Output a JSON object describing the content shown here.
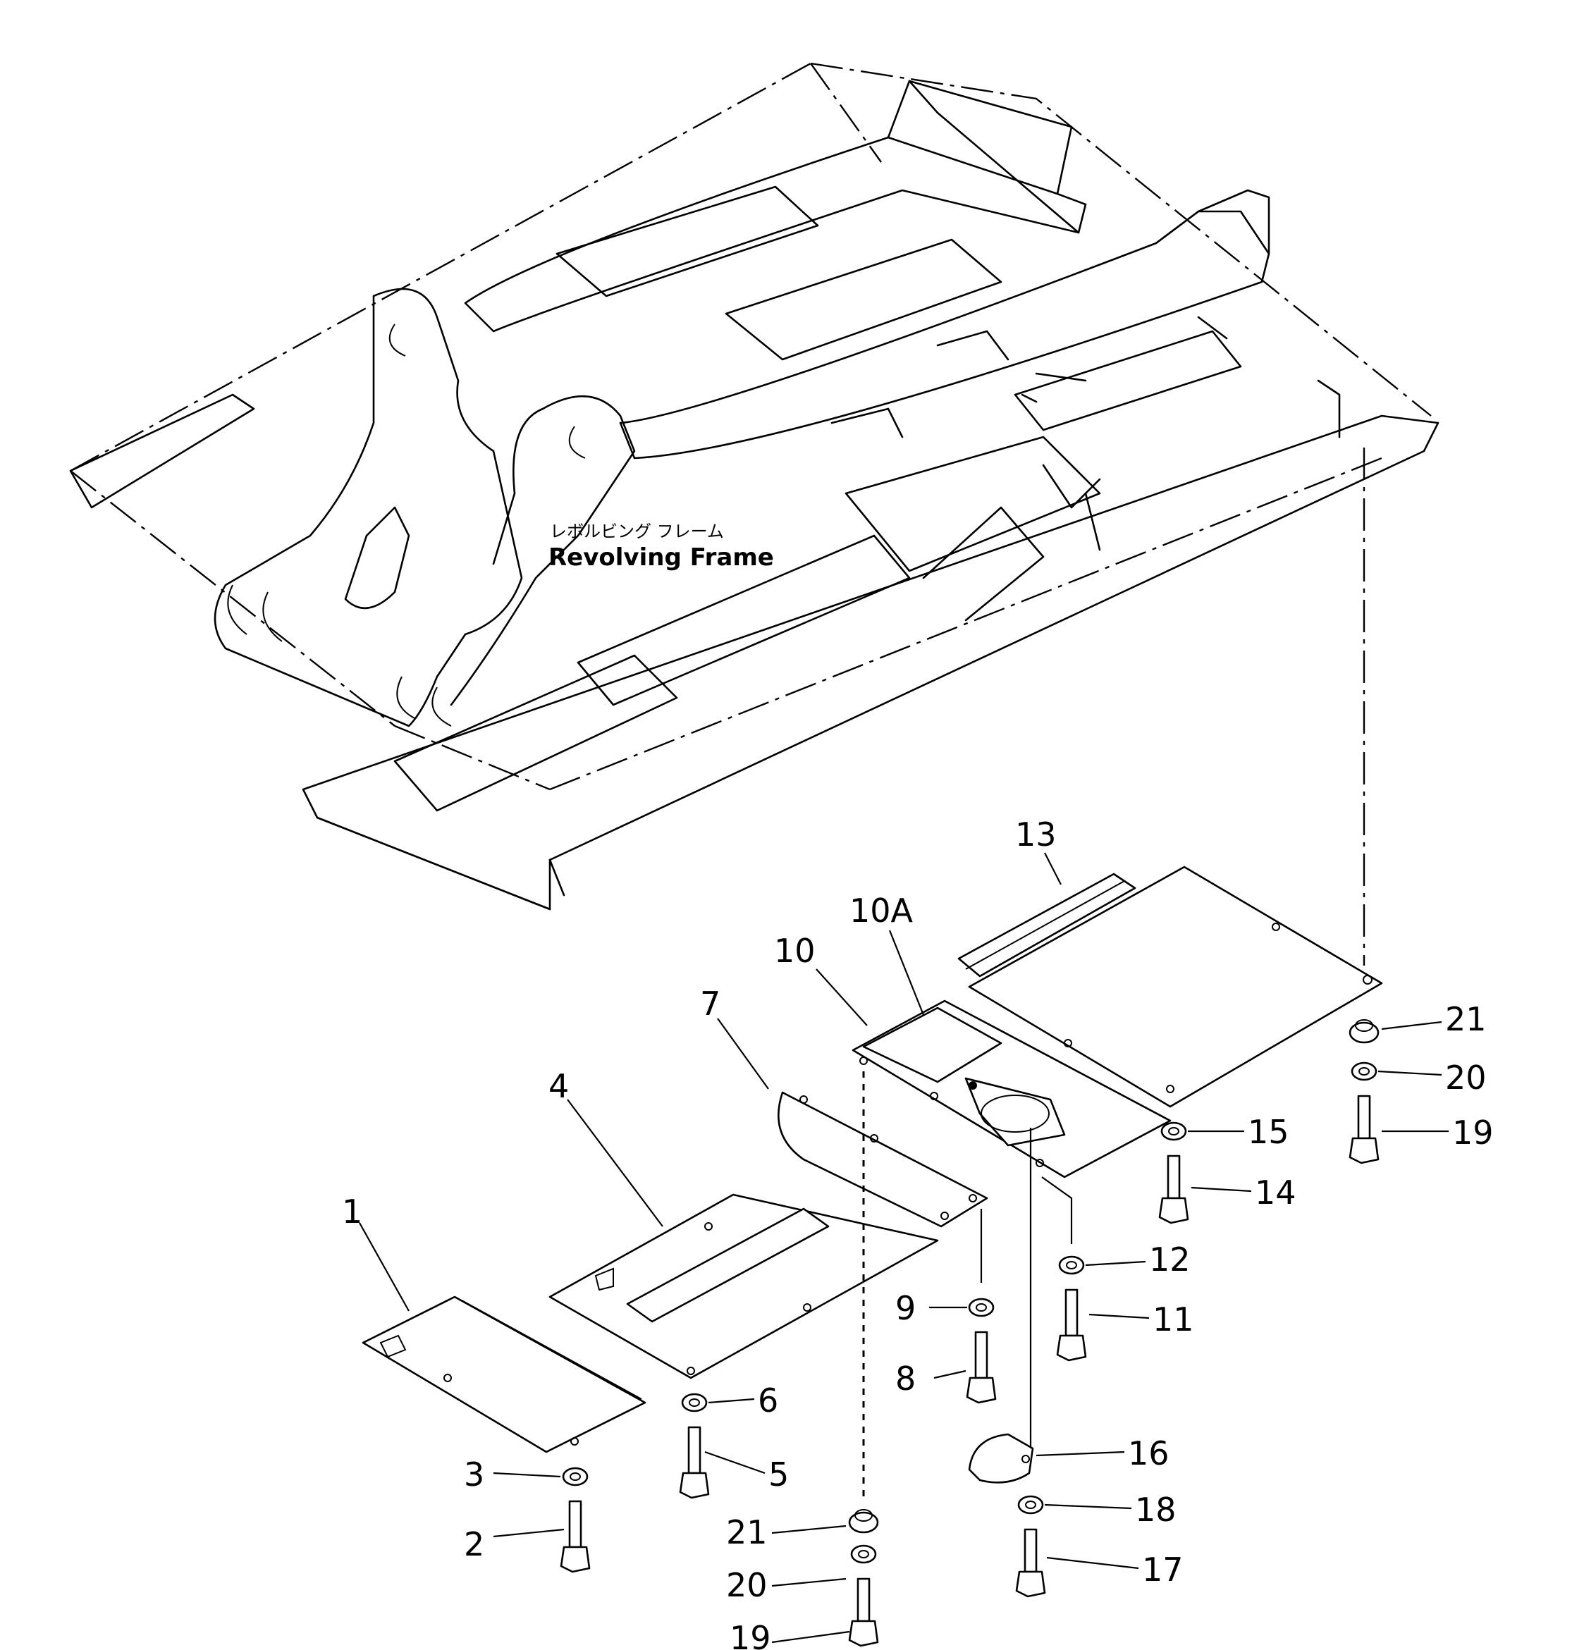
{
  "frame_label_jp": "レボルビング フレーム",
  "frame_label_en": "Revolving Frame",
  "callouts": {
    "c1": "1",
    "c2": "2",
    "c3": "3",
    "c4": "4",
    "c5": "5",
    "c6": "6",
    "c7": "7",
    "c8": "8",
    "c9": "9",
    "c10": "10",
    "c10a": "10A",
    "c11": "11",
    "c12": "12",
    "c13": "13",
    "c14": "14",
    "c15": "15",
    "c16": "16",
    "c17": "17",
    "c18": "18",
    "c19a": "19",
    "c20a": "20",
    "c21a": "21",
    "c19b": "19",
    "c20b": "20",
    "c21b": "21"
  }
}
